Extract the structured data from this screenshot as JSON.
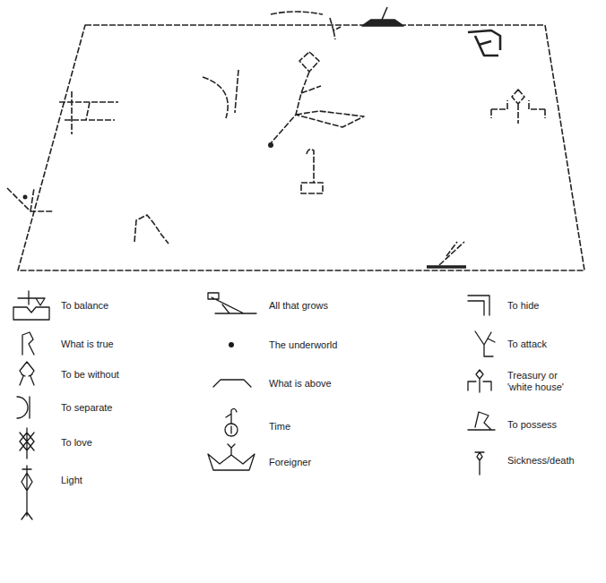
{
  "diagram": {
    "legend": [
      {
        "text": "To balance"
      },
      {
        "text": "What is true"
      },
      {
        "text": "To be without"
      },
      {
        "text": "To separate"
      },
      {
        "text": "To love"
      },
      {
        "text": "Light"
      },
      {
        "text": "All that grows"
      },
      {
        "text": "The underworld"
      },
      {
        "text": "What is above"
      },
      {
        "text": "Time"
      },
      {
        "text": "Foreigner"
      },
      {
        "text": "To hide"
      },
      {
        "text": "To attack"
      },
      {
        "text": "Treasury or 'white house'"
      },
      {
        "text": "To possess"
      },
      {
        "text": "Sickness/death"
      }
    ]
  }
}
